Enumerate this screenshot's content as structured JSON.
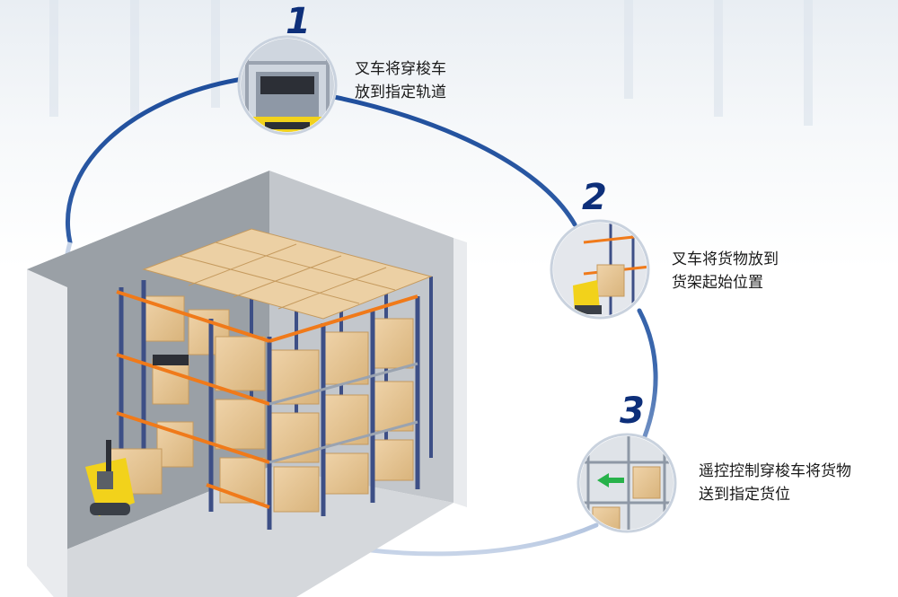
{
  "steps": [
    {
      "number": "1",
      "line1": "叉车将穿梭车",
      "line2": "放到指定轨道"
    },
    {
      "number": "2",
      "line1": "叉车将货物放到",
      "line2": "货架起始位置"
    },
    {
      "number": "3",
      "line1": "遥控控制穿梭车将货物",
      "line2": "送到指定货位"
    }
  ],
  "colors": {
    "path": "#1f4e9c",
    "number": "#0d2f7a",
    "rack_upright": "#3d4f86",
    "rack_beam": "#f07a1a",
    "box": "#e7c79a",
    "forklift": "#f2d21b"
  },
  "icons": [
    "shuttle-vehicle-icon",
    "forklift-icon",
    "pallet-box-icon",
    "remote-shuttle-icon"
  ]
}
